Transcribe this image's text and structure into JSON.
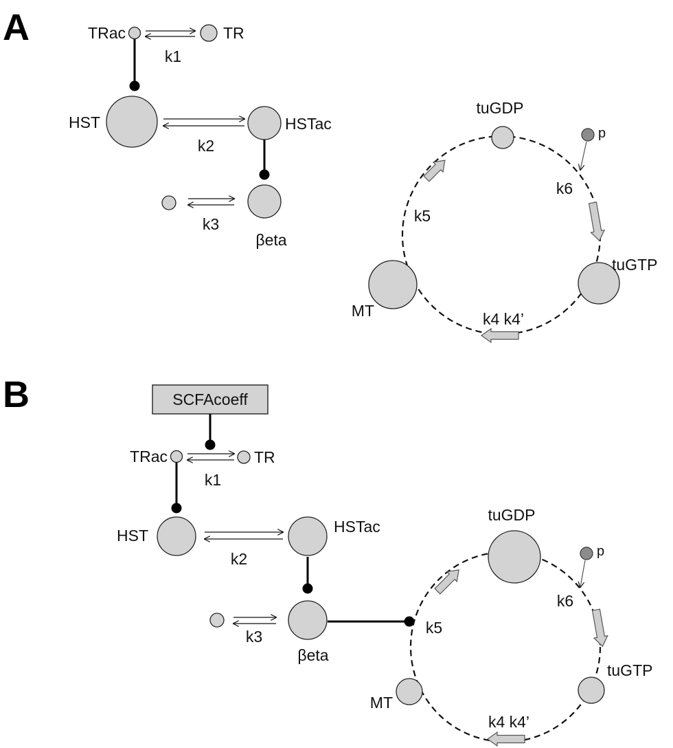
{
  "panels": {
    "a": {
      "letter": "A",
      "nodes": {
        "trac": "TRac",
        "tr": "TR",
        "hst": "HST",
        "hstac": "HSTac",
        "beta": "βeta",
        "tugdp": "tuGDP",
        "tugtp": "tuGTP",
        "mt": "MT",
        "p": "p"
      },
      "rates": {
        "k1": "k1",
        "k2": "k2",
        "k3": "k3",
        "k4": "k4 k4’",
        "k5": "k5",
        "k6": "k6"
      }
    },
    "b": {
      "letter": "B",
      "box": "SCFAcoeff",
      "nodes": {
        "trac": "TRac",
        "tr": "TR",
        "hst": "HST",
        "hstac": "HSTac",
        "beta": "βeta",
        "tugdp": "tuGDP",
        "tugtp": "tuGTP",
        "mt": "MT",
        "p": "p"
      },
      "rates": {
        "k1": "k1",
        "k2": "k2",
        "k3": "k3",
        "k4": "k4 k4’",
        "k5": "k5",
        "k6": "k6"
      }
    }
  },
  "colors": {
    "node_fill": "#d3d3d3",
    "phosphate_fill": "#8c8c8c",
    "flow_arrow_fill": "#cfcfcf",
    "inhibition": "#000000"
  }
}
